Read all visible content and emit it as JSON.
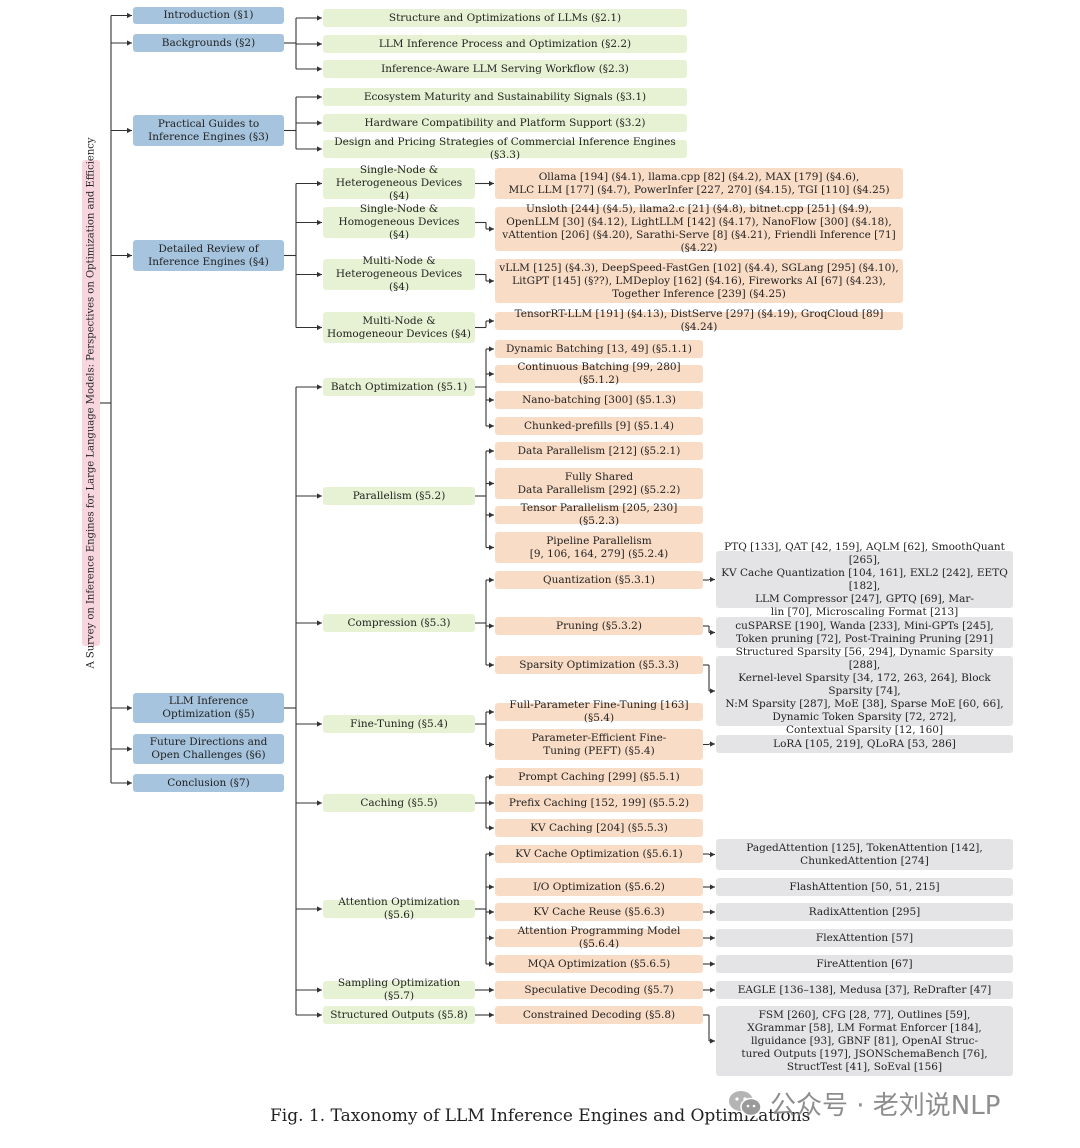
{
  "title": "A Survey on Inference Engines for Large Language Models: Perspectives on Optimization and Efficiency",
  "caption": "Fig. 1.  Taxonomy of LLM Inference Engines and Optimizations",
  "watermark": "公众号 · 老刘说NLP",
  "colors": {
    "section": "#a6c4de",
    "subsection": "#e6f2d3",
    "technique": "#f9dcc6",
    "reference": "#e4e4e6",
    "title": "#f7d6de"
  },
  "sections": {
    "s1": "Introduction (§1)",
    "s2": "Backgrounds (§2)",
    "s3": "Practical Guides to\nInference Engines (§3)",
    "s4": "Detailed Review of\nInference Engines (§4)",
    "s5": "LLM Inference\nOptimization (§5)",
    "s6": "Future Directions and\nOpen Challenges (§6)",
    "s7": "Conclusion (§7)"
  },
  "subsections": {
    "b21": "Structure and Optimizations of LLMs (§2.1)",
    "b22": "LLM Inference Process and Optimization (§2.2)",
    "b23": "Inference-Aware LLM Serving Workflow (§2.3)",
    "p31": "Ecosystem Maturity and Sustainability Signals (§3.1)",
    "p32": "Hardware Compatibility and Platform Support (§3.2)",
    "p33": "Design and Pricing Strategies of Commercial Inference Engines (§3.3)",
    "d1": "Single-Node &\nHeterogeneous Devices (§4)",
    "d2": "Single-Node &\nHomogeneous Devices (§4)",
    "d3": "Multi-Node &\nHeterogeneous Devices (§4)",
    "d4": "Multi-Node &\nHomogeneour Devices (§4)",
    "o51": "Batch Optimization (§5.1)",
    "o52": "Parallelism (§5.2)",
    "o53": "Compression (§5.3)",
    "o54": "Fine-Tuning (§5.4)",
    "o55": "Caching (§5.5)",
    "o56": "Attention Optimization (§5.6)",
    "o57": "Sampling Optimization (§5.7)",
    "o58": "Structured Outputs (§5.8)"
  },
  "techniques": {
    "e1": "Ollama [194] (§4.1), llama.cpp [82] (§4.2), MAX [179] (§4.6),\nMLC LLM [177] (§4.7), PowerInfer [227, 270] (§4.15), TGI [110] (§4.25)",
    "e2": "Unsloth [244] (§4.5), llama2.c [21] (§4.8), bitnet.cpp [251] (§4.9),\nOpenLLM [30] (§4.12), LightLLM [142] (§4.17), NanoFlow [300] (§4.18),\nvAttention [206] (§4.20), Sarathi-Serve [8] (§4.21), Friendli Inference [71] (§4.22)",
    "e3": "vLLM [125] (§4.3), DeepSpeed-FastGen [102] (§4.4), SGLang [295] (§4.10),\nLitGPT [145] (§??), LMDeploy [162] (§4.16), Fireworks AI [67] (§4.23),\nTogether Inference [239] (§4.25)",
    "e4": "TensorRT-LLM [191] (§4.13), DistServe [297] (§4.19), GroqCloud [89] (§4.24)",
    "t511": "Dynamic Batching [13, 49] (§5.1.1)",
    "t512": "Continuous Batching [99, 280] (§5.1.2)",
    "t513": "Nano-batching [300] (§5.1.3)",
    "t514": "Chunked-prefills [9] (§5.1.4)",
    "t521": "Data Parallelism [212] (§5.2.1)",
    "t522": "Fully Shared\nData Parallelism [292] (§5.2.2)",
    "t523": "Tensor Parallelism [205, 230] (§5.2.3)",
    "t524": "Pipeline Parallelism\n[9, 106, 164, 279] (§5.2.4)",
    "t531": "Quantization (§5.3.1)",
    "t532": "Pruning (§5.3.2)",
    "t533": "Sparsity Optimization (§5.3.3)",
    "t541": "Full-Parameter Fine-Tuning [163] (§5.4)",
    "t542": "Parameter-Efficient Fine-\nTuning (PEFT) (§5.4)",
    "t551": "Prompt Caching [299] (§5.5.1)",
    "t552": "Prefix Caching [152, 199] (§5.5.2)",
    "t553": "KV Caching [204] (§5.5.3)",
    "t561": "KV Cache Optimization (§5.6.1)",
    "t562": "I/O Optimization (§5.6.2)",
    "t563": "KV Cache Reuse (§5.6.3)",
    "t564": "Attention Programming Model (§5.6.4)",
    "t565": "MQA Optimization (§5.6.5)",
    "t57": "Speculative Decoding (§5.7)",
    "t58": "Constrained Decoding (§5.8)"
  },
  "references": {
    "r531": "PTQ [133], QAT [42, 159], AQLM [62], SmoothQuant [265],\nKV Cache Quantization [104, 161], EXL2 [242], EETQ [182],\nLLM Compressor [247], GPTQ [69], Mar-\nlin [70], Microscaling Format [213]",
    "r532": "cuSPARSE [190], Wanda [233], Mini-GPTs [245],\nToken pruning [72], Post-Training Pruning [291]",
    "r533": "Structured Sparsity [56, 294], Dynamic Sparsity [288],\nKernel-level Sparsity [34, 172, 263, 264], Block Sparsity [74],\nN:M Sparsity [287], MoE [38], Sparse MoE [60, 66],\nDynamic Token Sparsity [72, 272],\nContextual Sparsity [12, 160]",
    "r542": "LoRA [105, 219], QLoRA [53, 286]",
    "r561": "PagedAttention [125], TokenAttention [142],\nChunkedAttention [274]",
    "r562": "FlashAttention [50, 51, 215]",
    "r563": "RadixAttention [295]",
    "r564": "FlexAttention [57]",
    "r565": "FireAttention [67]",
    "r57": "EAGLE [136–138], Medusa [37], ReDrafter [47]",
    "r58": "FSM [260], CFG [28, 77], Outlines [59],\nXGrammar [58], LM Format Enforcer [184],\nllguidance [93], GBNF [81], OpenAI Struc-\ntured Outputs [197], JSONSchemaBench [76],\nStructTest [41], SoEval [156]"
  }
}
